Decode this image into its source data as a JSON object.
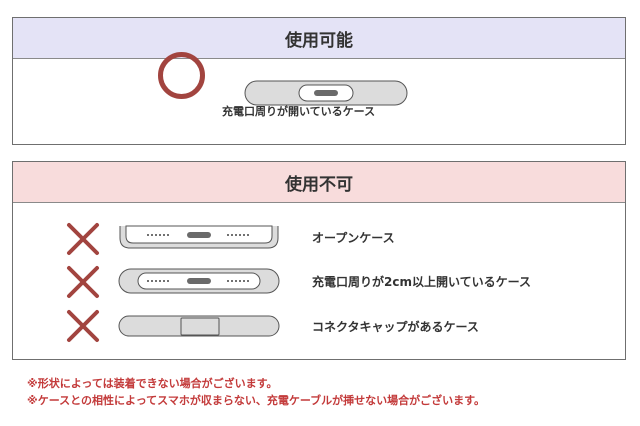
{
  "usable": {
    "header": "使用可能",
    "caption": "充電口周りが開いているケース"
  },
  "unusable": {
    "header": "使用不可",
    "rows": [
      {
        "label": "オープンケース"
      },
      {
        "label": "充電口周りが2cm以上開いているケース"
      },
      {
        "label": "コネクタキャップがあるケース"
      }
    ]
  },
  "notes": [
    "※形状によっては装着できない場合がございます。",
    "※ケースとの相性によってスマホが収まらない、充電ケーブルが挿せない場合がございます。"
  ],
  "colors": {
    "usable_header_bg": "#e4e3f6",
    "unusable_header_bg": "#f8dcdc",
    "mark_red": "#a2443f",
    "note_red": "#c33a3a"
  }
}
